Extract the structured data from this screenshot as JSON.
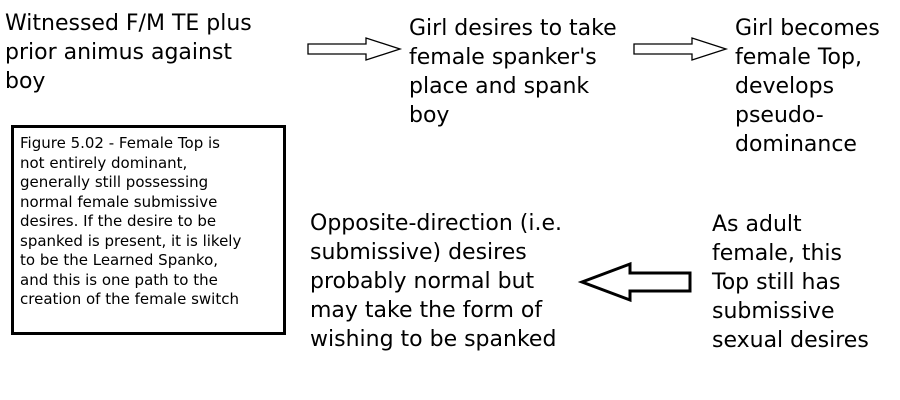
{
  "diagram": {
    "nodes": {
      "a": {
        "text": "Witnessed F/M TE plus\nprior animus against\nboy"
      },
      "b": {
        "text": "Girl desires to take\nfemale spanker's\nplace and spank\nboy"
      },
      "c": {
        "text": "Girl becomes\nfemale Top,\ndevelops\npseudo-\ndominance"
      },
      "d": {
        "text": "Opposite-direction (i.e.\nsubmissive) desires\nprobably normal but\nmay take the form of\nwishing to be spanked"
      },
      "e": {
        "text": "As adult\nfemale, this\nTop still has\nsubmissive\nsexual desires"
      }
    },
    "caption": "Figure 5.02 - Female Top is\nnot entirely dominant,\ngenerally still possessing\nnormal female submissive\ndesires.  If the desire to be\nspanked is present, it is likely\nto be the Learned Spanko,\nand this is one path to the\ncreation of the female switch",
    "edges": [
      {
        "from": "a",
        "to": "b",
        "direction": "right"
      },
      {
        "from": "b",
        "to": "c",
        "direction": "right"
      },
      {
        "from": "e",
        "to": "d",
        "direction": "left"
      }
    ]
  }
}
